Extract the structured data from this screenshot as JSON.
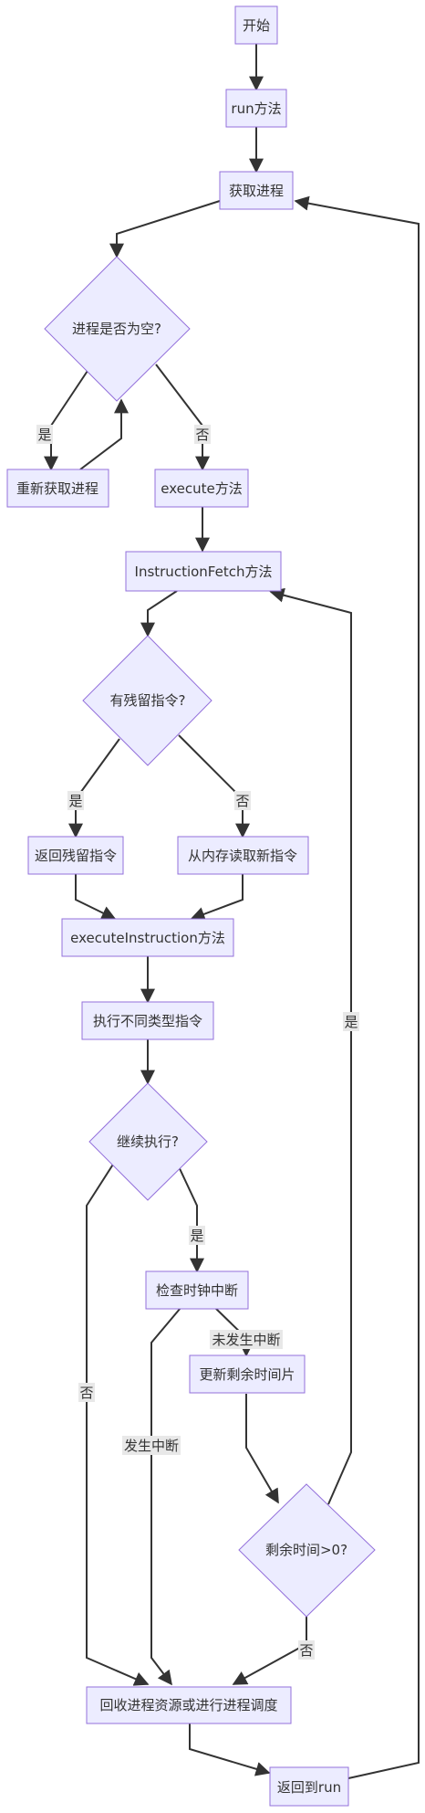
{
  "nodes": {
    "start": "开始",
    "run_method": "run方法",
    "get_process": "获取进程",
    "is_empty": "进程是否为空?",
    "refetch": "重新获取进程",
    "execute_method": "execute方法",
    "instruction_fetch": "InstructionFetch方法",
    "has_residual": "有残留指令?",
    "return_residual": "返回残留指令",
    "read_new": "从内存读取新指令",
    "execute_instruction": "executeInstruction方法",
    "exec_types": "执行不同类型指令",
    "continue_exec": "继续执行?",
    "check_clock": "检查时钟中断",
    "update_slice": "更新剩余时间片",
    "remaining_time": "剩余时间>0?",
    "recycle": "回收进程资源或进行进程调度",
    "return_run": "返回到run"
  },
  "edge_labels": {
    "empty_yes": "是",
    "empty_no": "否",
    "residual_yes": "是",
    "residual_no": "否",
    "remaining_yes": "是",
    "continue_no": "否",
    "continue_yes": "是",
    "no_interrupt": "未发生中断",
    "interrupt": "发生中断",
    "remaining_no": "否"
  },
  "colors": {
    "node_fill": "#ECECFF",
    "node_stroke": "#9370DB",
    "edge": "#333333",
    "label_bg": "#e8e8e8"
  }
}
